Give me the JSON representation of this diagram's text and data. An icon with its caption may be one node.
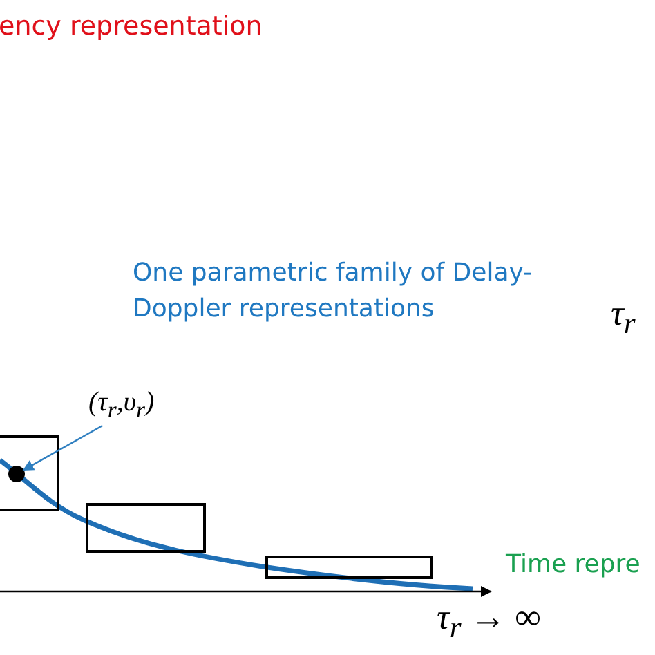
{
  "diagram": {
    "nodes": [
      {
        "text": [
          "(τ$_{r}$,υ$_{r}$)"
        ]
      },
      {
        "text": [],
        "shape": "box"
      },
      {
        "text": [],
        "shape": "circle",
        "in": 1
      },
      {
        "text": [],
        "shape": "box"
      },
      {
        "text": [],
        "shape": "box"
      }
    ],
    "edges": [
      {
        "from": 0,
        "to": 2,
        "arrow": "to"
      }
    ],
    "labels": [
      "ency representation",
      "One parametric family of Delay-Doppler representations",
      "τ$_{r}$",
      "Time repre",
      "τ$_{r}$ → ∞"
    ]
  }
}
